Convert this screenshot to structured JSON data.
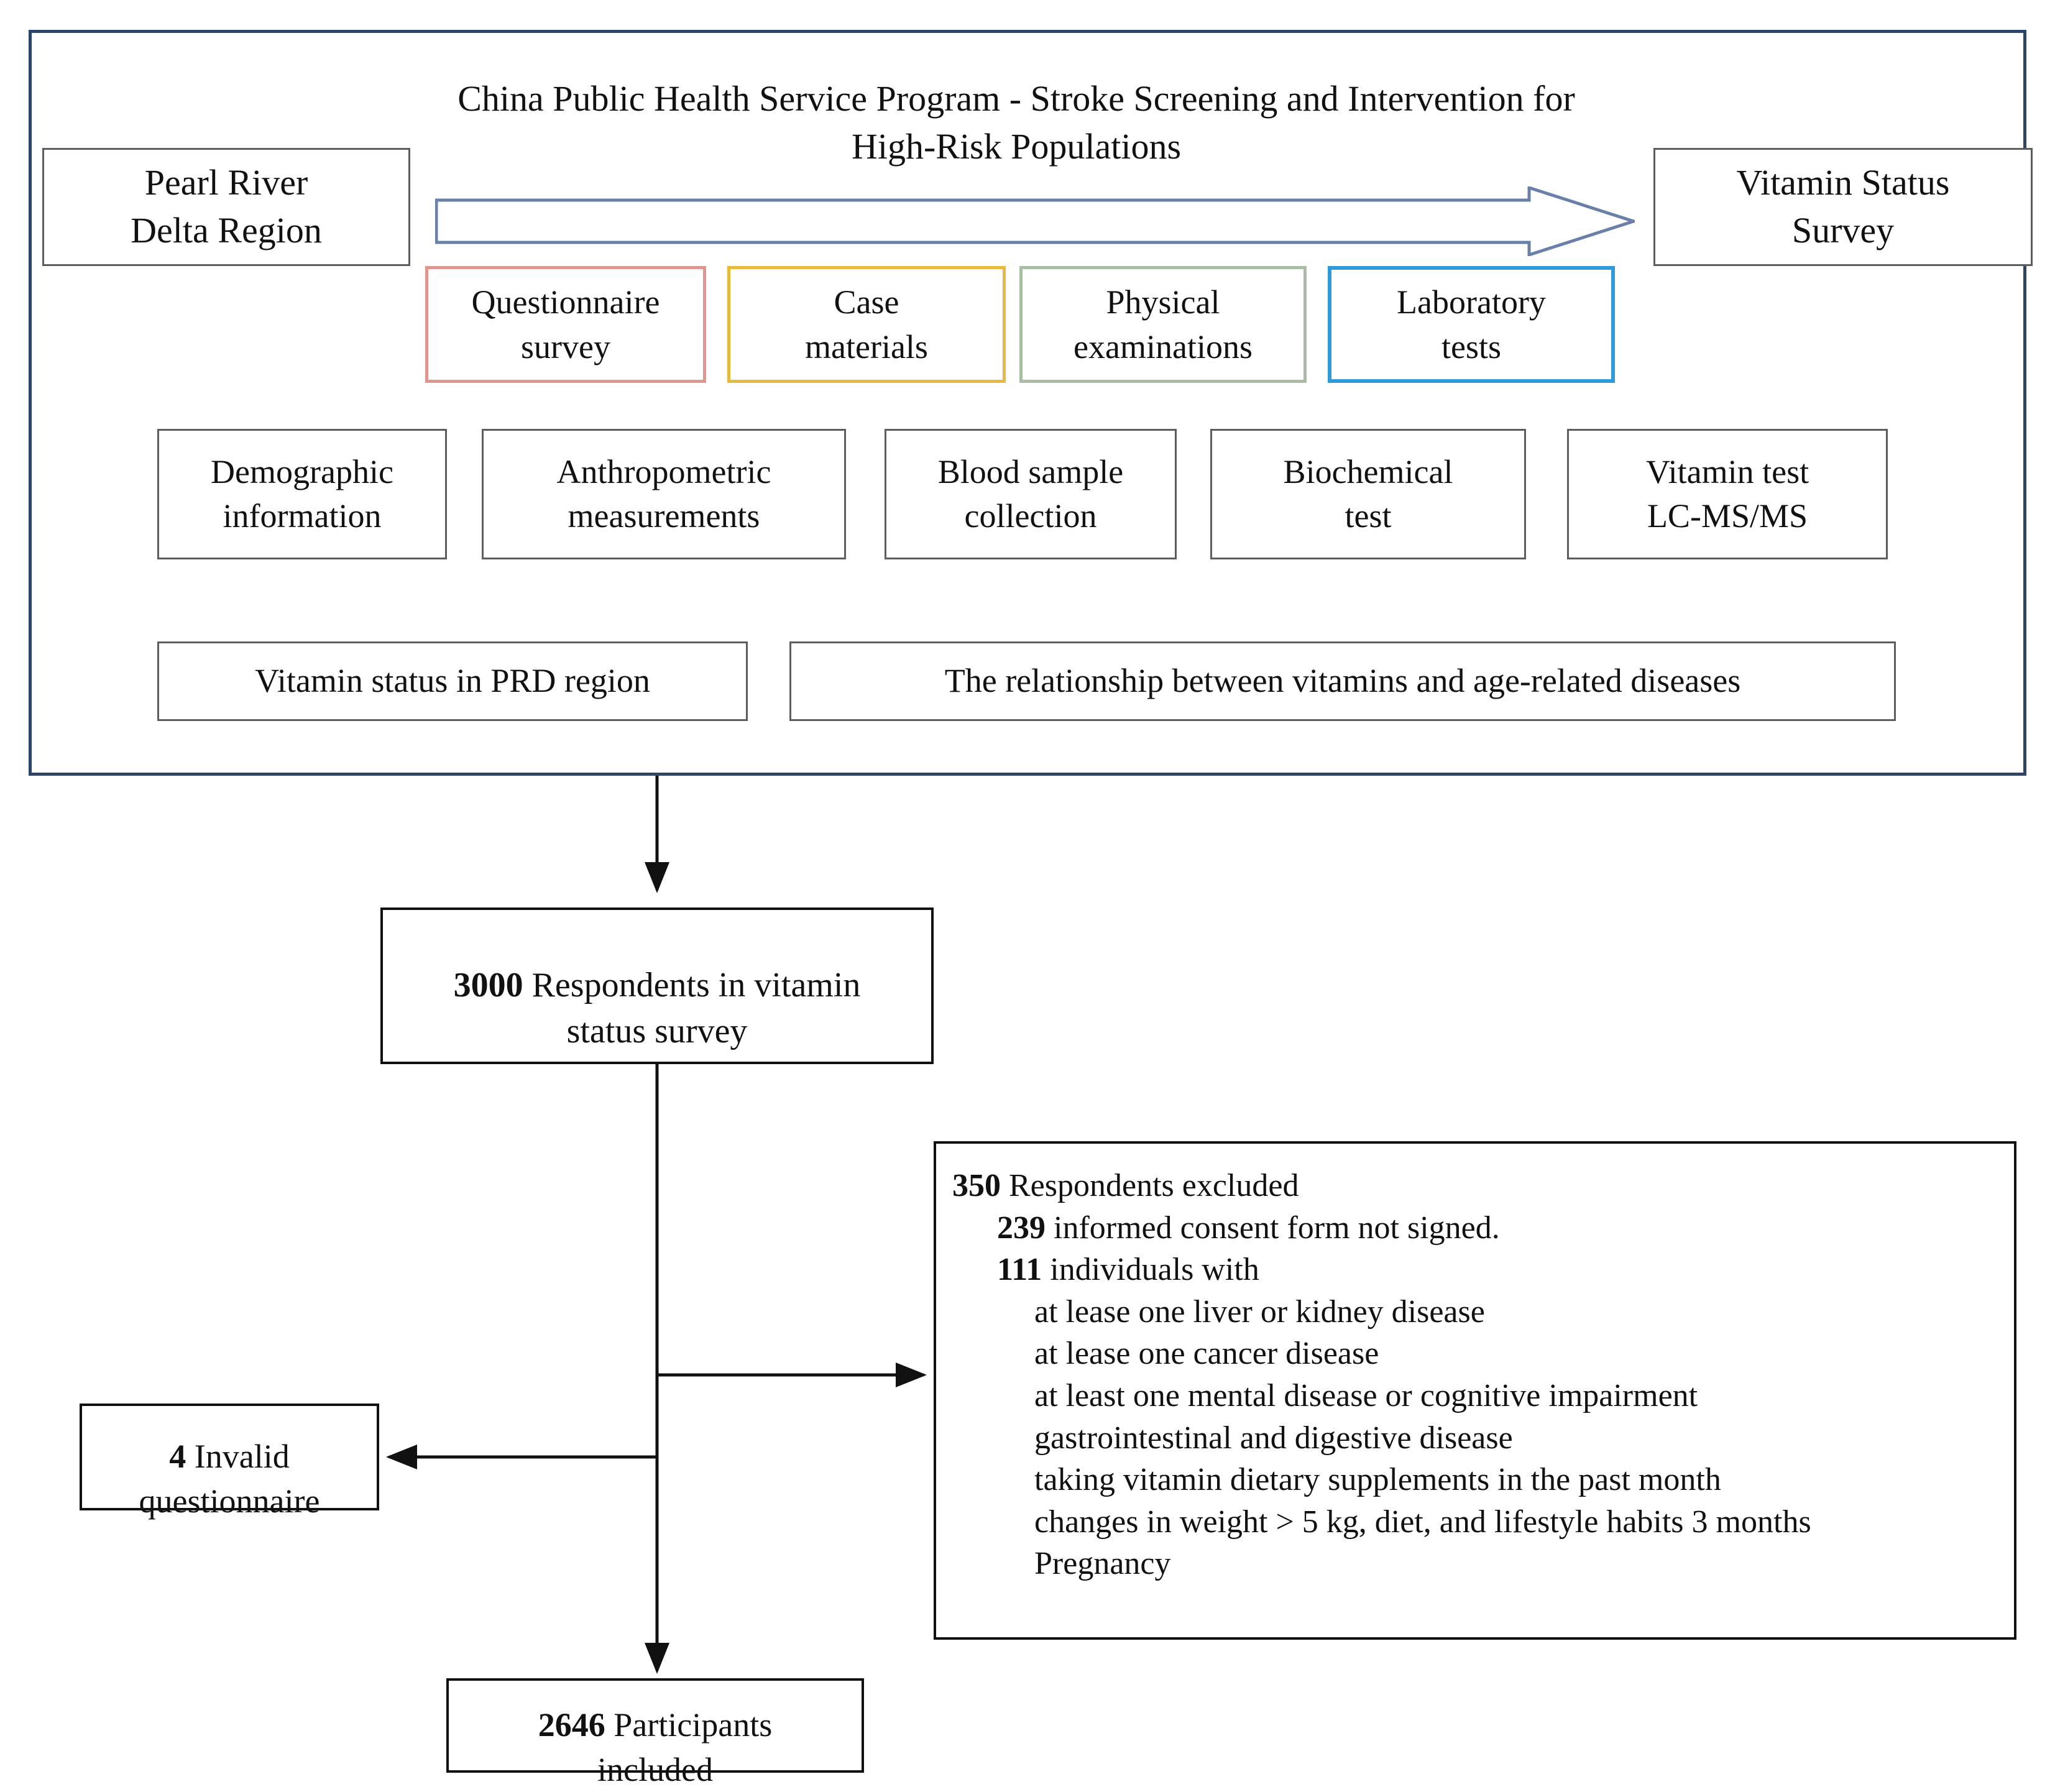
{
  "program": {
    "title": "China Public Health Service Program - Stroke Screening and Intervention for\nHigh-Risk Populations",
    "source_box": "Pearl River\nDelta Region",
    "target_box": "Vitamin Status\nSurvey",
    "arrow_name": "program-flow-arrow",
    "border_color": "#2d4668"
  },
  "methods": [
    {
      "label": "Questionnaire\nsurvey",
      "color": "#e0958f"
    },
    {
      "label": "Case\nmaterials",
      "color": "#e8b93f"
    },
    {
      "label": "Physical\nexaminations",
      "color": "#a9bda4"
    },
    {
      "label": "Laboratory\ntests",
      "color": "#2e9bd8"
    }
  ],
  "details": [
    {
      "label": "Demographic\ninformation"
    },
    {
      "label": "Anthropometric\nmeasurements"
    },
    {
      "label": "Blood sample\ncollection"
    },
    {
      "label": "Biochemical\ntest"
    },
    {
      "label": "Vitamin test\nLC-MS/MS"
    }
  ],
  "outcomes": [
    {
      "label": "Vitamin status in PRD region"
    },
    {
      "label": "The relationship between vitamins and age-related diseases"
    }
  ],
  "flow": {
    "respondents": {
      "count": "3000",
      "text": " Respondents in vitamin\nstatus survey"
    },
    "invalid": {
      "count": "4",
      "text": " Invalid\nquestionnaire"
    },
    "participants": {
      "count": "2646",
      "text": " Participants\nincluded"
    }
  },
  "excluded": {
    "header_count": "350",
    "header_text": " Respondents excluded",
    "reason_1_count": "239",
    "reason_1_text": " informed consent form not signed.",
    "reason_2_count": "111",
    "reason_2_text": " individuals with",
    "conditions": [
      "at lease one liver or kidney disease",
      "at lease one cancer disease",
      "at least one mental disease or cognitive impairment",
      "gastrointestinal and digestive disease",
      "taking vitamin dietary supplements in the past month",
      "changes in weight > 5 kg, diet, and lifestyle habits 3 months",
      "Pregnancy"
    ]
  }
}
